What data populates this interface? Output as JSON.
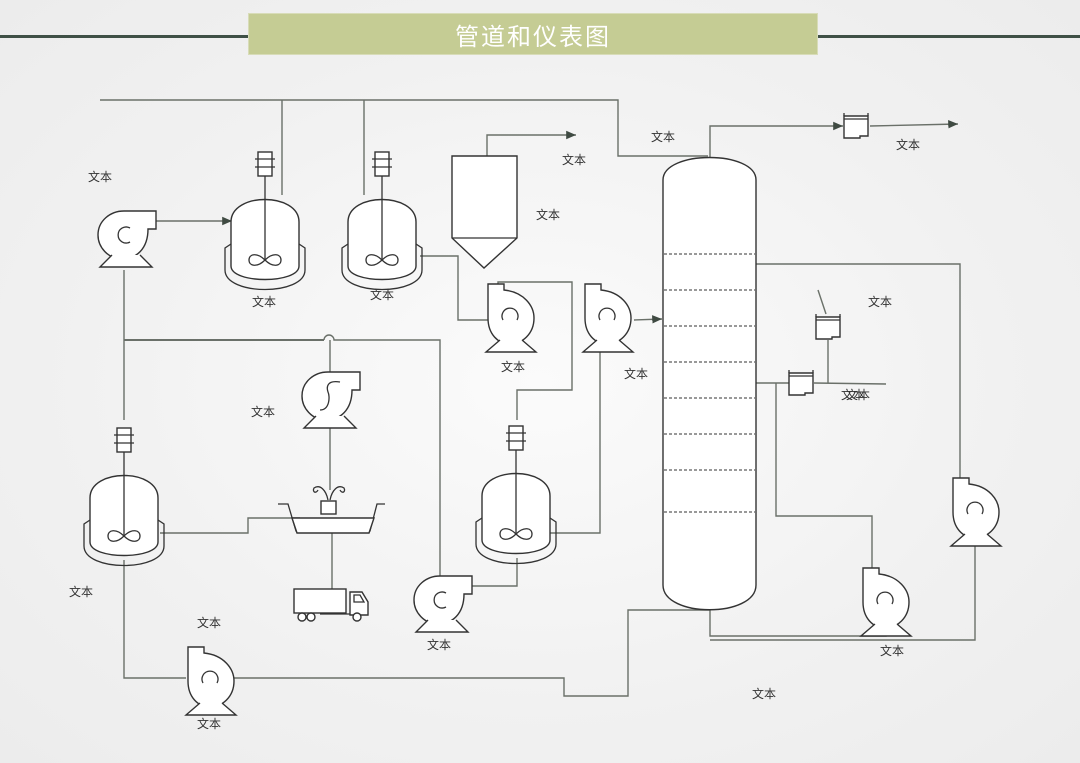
{
  "title": "管道和仪表图",
  "colors": {
    "banner": "#c5cc94",
    "rule": "#3f5046",
    "pipe": "#6a7069",
    "outline": "#333333"
  },
  "labels": {
    "feed_pump_top": "文本",
    "reactor_1": "文本",
    "reactor_2": "文本",
    "silo_outlet": "文本",
    "silo": "文本",
    "column_top_feed": "文本",
    "column_overhead": "文本",
    "pump_silo": "文本",
    "pump_column_feed": "文本",
    "side_instrument": "文本",
    "side_stream_a": "文本",
    "side_stream_b": "文本",
    "vacuum_pump": "文本",
    "reactor_3": "文本",
    "reactor_bottom_pump": "文本",
    "bottom_pump_left_upper": "文本",
    "bottom_pump_left": "文本",
    "bottom_pump_right": "文本",
    "bottom_area": "文本"
  },
  "equipment": [
    {
      "type": "centrifugal-pump",
      "name": "feed-pump"
    },
    {
      "type": "jacketed-reactor",
      "name": "reactor-1"
    },
    {
      "type": "jacketed-reactor",
      "name": "reactor-2"
    },
    {
      "type": "silo",
      "name": "silo"
    },
    {
      "type": "distillation-column",
      "name": "column",
      "trays": 8
    },
    {
      "type": "centrifugal-pump",
      "name": "silo-pump"
    },
    {
      "type": "centrifugal-pump",
      "name": "column-feed-pump"
    },
    {
      "type": "vacuum-pump",
      "name": "vacuum-pump"
    },
    {
      "type": "jacketed-reactor",
      "name": "reactor-3"
    },
    {
      "type": "jacketed-reactor",
      "name": "reactor-4"
    },
    {
      "type": "fountain-basin",
      "name": "basin"
    },
    {
      "type": "truck",
      "name": "truck"
    },
    {
      "type": "centrifugal-pump",
      "name": "reactor-4-pump"
    },
    {
      "type": "centrifugal-pump",
      "name": "bottom-pump-left"
    },
    {
      "type": "centrifugal-pump",
      "name": "bottom-pump-mid"
    },
    {
      "type": "centrifugal-pump",
      "name": "bottom-pump-right"
    },
    {
      "type": "flow-meter",
      "name": "overhead-meter"
    },
    {
      "type": "flow-meter",
      "name": "side-meter-1"
    },
    {
      "type": "flow-meter",
      "name": "side-meter-2"
    }
  ]
}
